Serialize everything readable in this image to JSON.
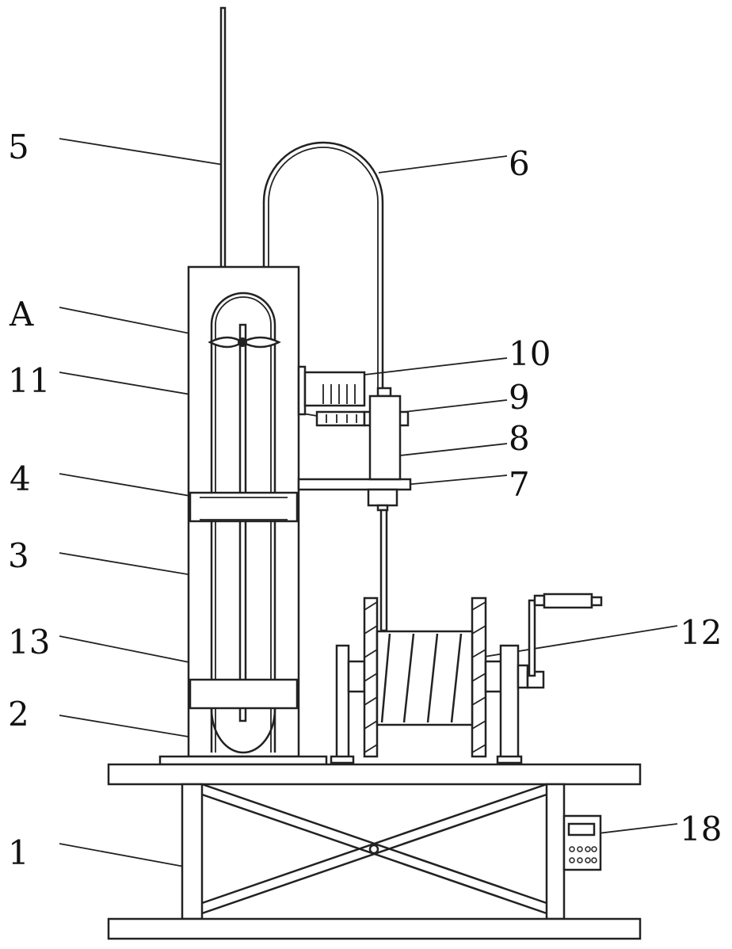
{
  "figure": {
    "labels": {
      "l1": "1",
      "l2": "2",
      "l3": "3",
      "l4": "4",
      "l5": "5",
      "l6": "6",
      "l7": "7",
      "l8": "8",
      "l9": "9",
      "l10": "10",
      "l11": "11",
      "l12": "12",
      "l13": "13",
      "l18": "18",
      "lA": "A"
    }
  }
}
